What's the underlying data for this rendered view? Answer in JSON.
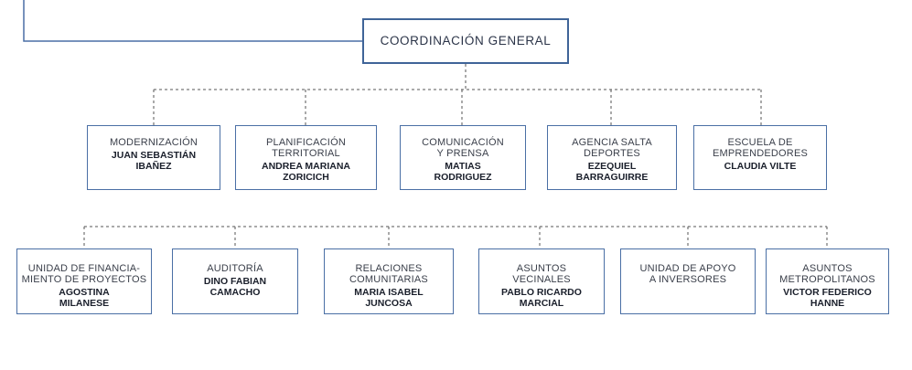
{
  "root": {
    "title": "COORDINACIÓN GENERAL"
  },
  "row1": [
    {
      "title": "MODERNIZACIÓN",
      "name": "JUAN SEBASTIÁN\nIBAÑEZ"
    },
    {
      "title": "PLANIFICACIÓN\nTERRITORIAL",
      "name": "ANDREA MARIANA\nZORICICH"
    },
    {
      "title": "COMUNICACIÓN\nY PRENSA",
      "name": "MATIAS\nRODRIGUEZ"
    },
    {
      "title": "AGENCIA SALTA\nDEPORTES",
      "name": "EZEQUIEL\nBARRAGUIRRE"
    },
    {
      "title": "ESCUELA DE\nEMPRENDEDORES",
      "name": "CLAUDIA VILTE"
    }
  ],
  "row2": [
    {
      "title": "UNIDAD DE FINANCIA-\nMIENTO DE PROYECTOS",
      "name": "AGOSTINA\nMILANESE"
    },
    {
      "title": "AUDITORÍA",
      "name": "DINO FABIAN\nCAMACHO"
    },
    {
      "title": "RELACIONES\nCOMUNITARIAS",
      "name": "MARIA ISABEL\nJUNCOSA"
    },
    {
      "title": "ASUNTOS\nVECINALES",
      "name": "PABLO RICARDO\nMARCIAL"
    },
    {
      "title": "UNIDAD DE APOYO\nA INVERSORES",
      "name": ""
    },
    {
      "title": "ASUNTOS\nMETROPOLITANOS",
      "name": "VICTOR FEDERICO\nHANNE"
    }
  ]
}
